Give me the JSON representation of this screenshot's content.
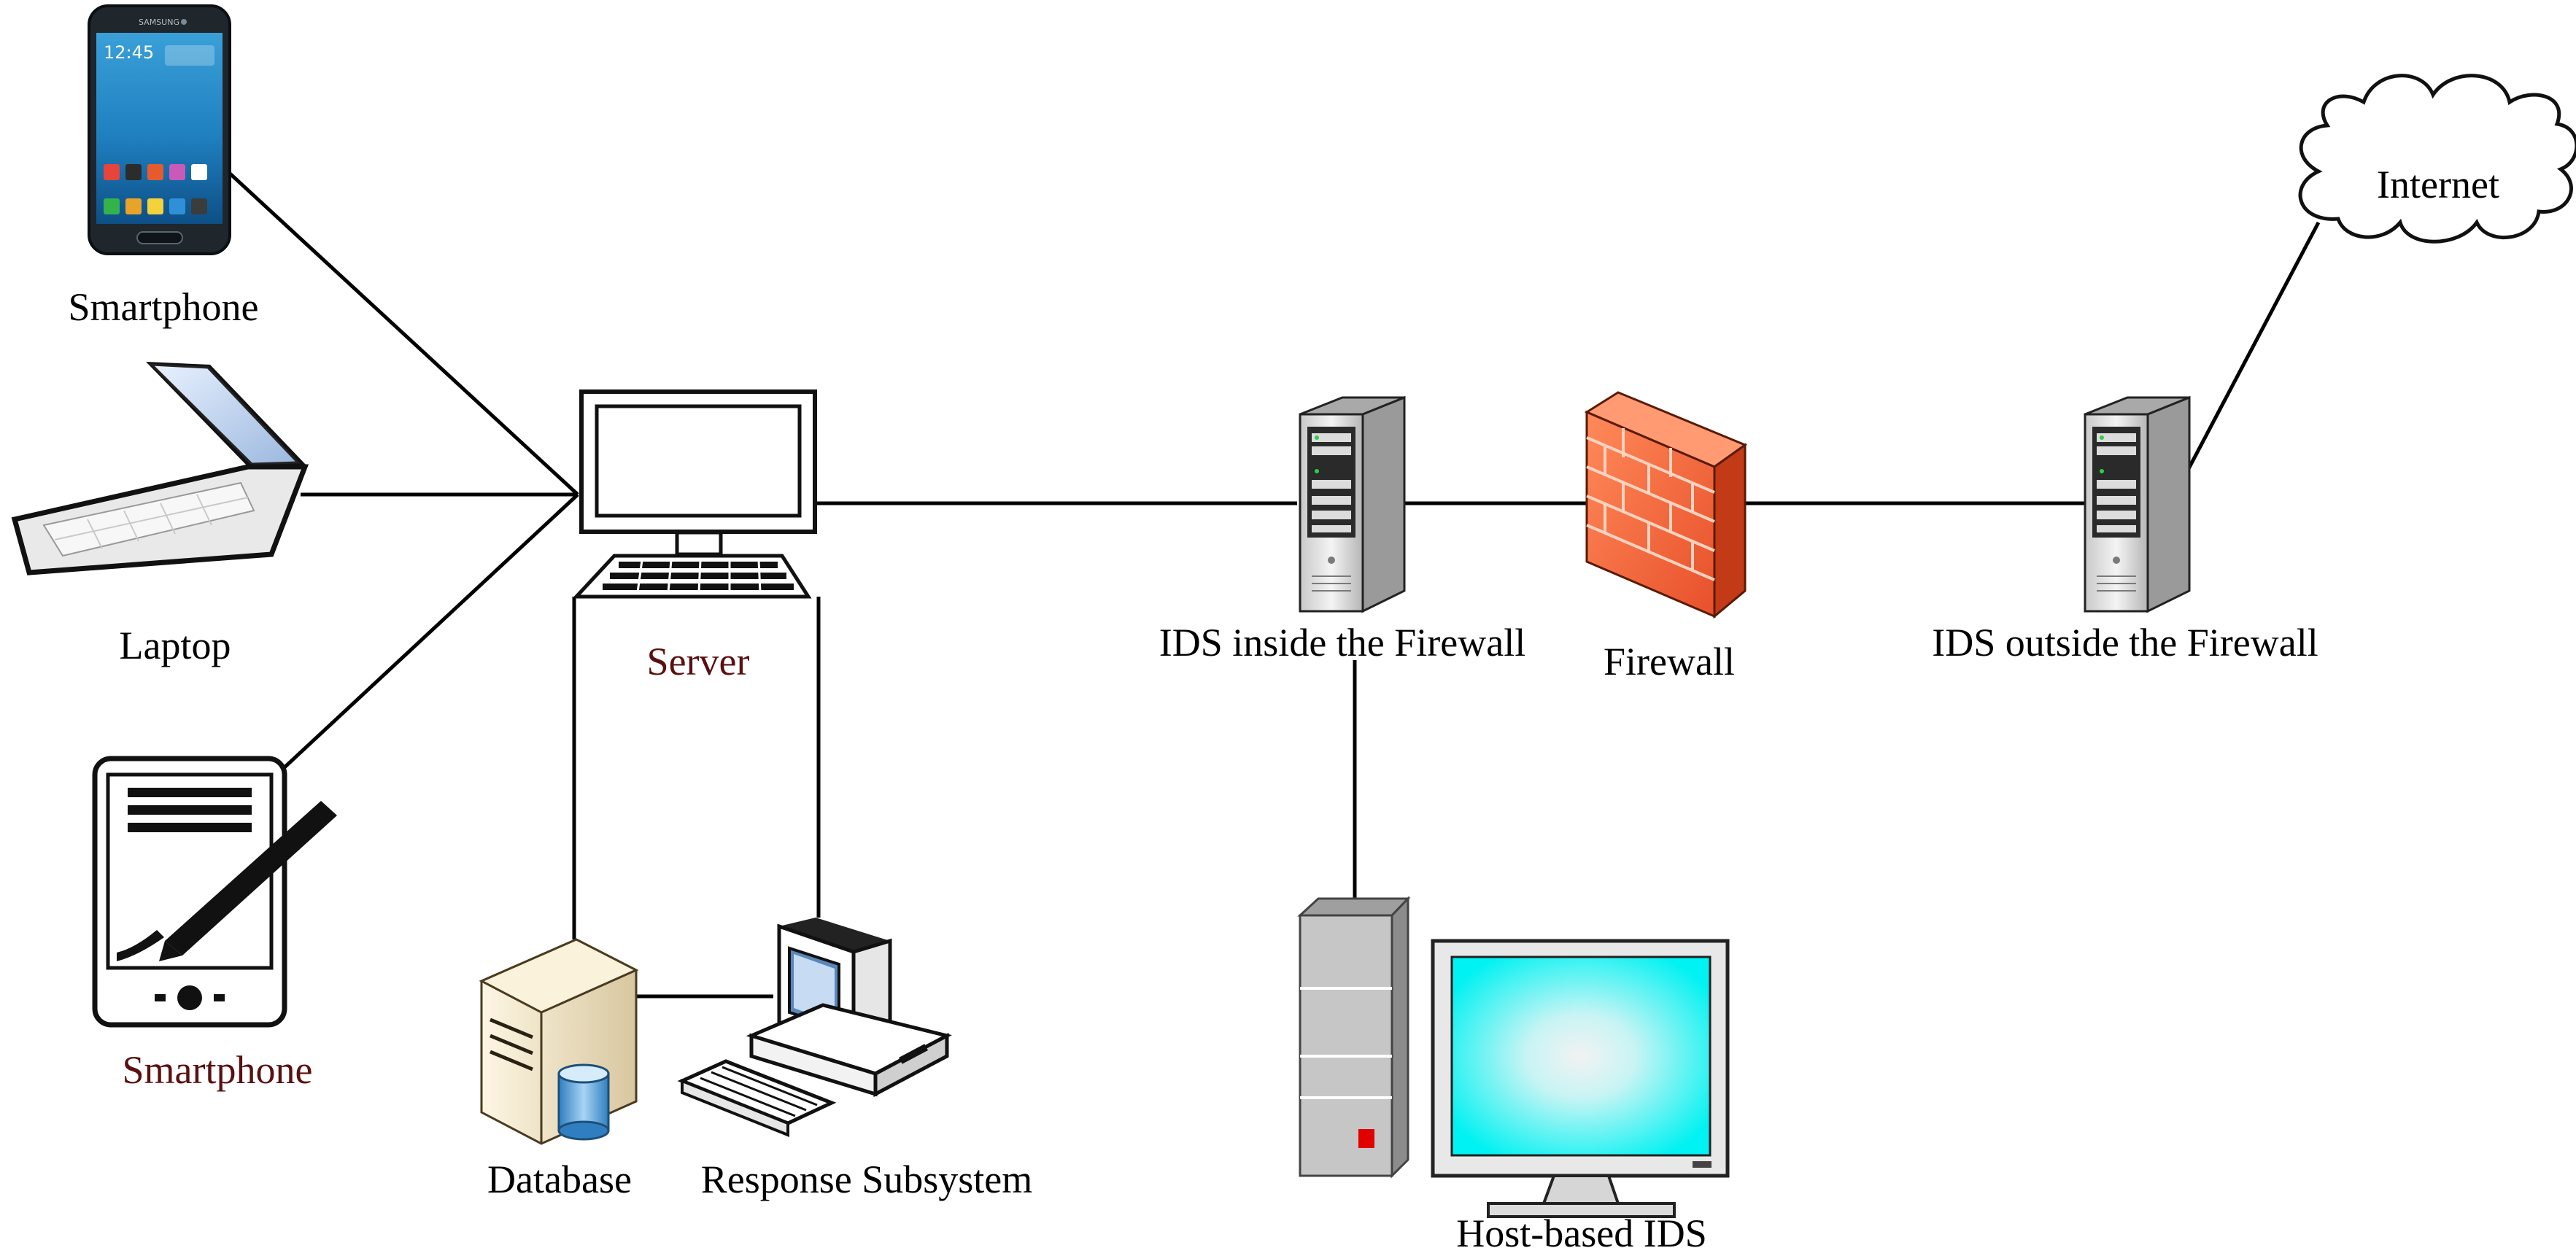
{
  "labels": {
    "smartphone_top": "Smartphone",
    "laptop": "Laptop",
    "smartphone_bottom": "Smartphone",
    "server": "Server",
    "database": "Database",
    "response_subsystem": "Response Subsystem",
    "ids_inside": "IDS inside the Firewall",
    "firewall": "Firewall",
    "ids_outside": "IDS outside the Firewall",
    "internet": "Internet",
    "host_ids": "Host-based IDS"
  },
  "phone_brand": "SAMSUNG",
  "phone_clock": "12:45",
  "colors": {
    "accent_label": "#5a1010",
    "line": "#000000",
    "firewall_brick": "#f0643c",
    "monitor_screen": "#00f2f2",
    "status_red": "#e00000"
  }
}
